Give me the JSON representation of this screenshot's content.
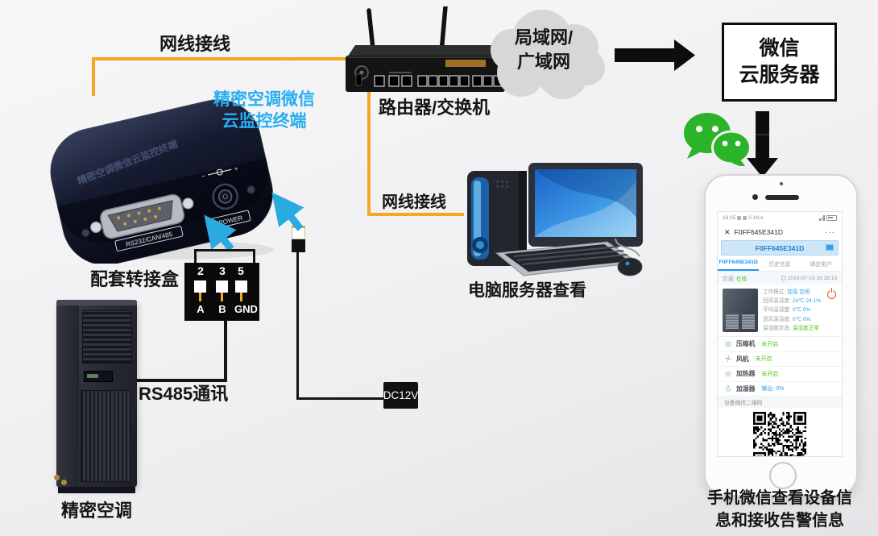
{
  "diagram": {
    "cable_label_top": "网线接线",
    "cable_label_mid": "网线接线",
    "router_label": "路由器/交换机",
    "cloud": {
      "line1": "局域网/",
      "line2": "广域网"
    },
    "wechat_server_box": {
      "line1": "微信",
      "line2": "云服务器"
    },
    "terminal_label": {
      "line1": "精密空调微信",
      "line2": "云监控终端"
    },
    "terminal_print": "精密空调微信云监控终端",
    "terminal_ports": {
      "serial": "RS232/CAN/485",
      "power": "POWER"
    },
    "adapter": {
      "label": "配套转接盒",
      "pins": [
        {
          "num": "2",
          "wire": "A"
        },
        {
          "num": "3",
          "wire": "B"
        },
        {
          "num": "5",
          "wire": "GND"
        }
      ]
    },
    "rs485_label": "RS485通讯",
    "ac_label": "精密空调",
    "pc_label": "电脑服务器查看",
    "dc_label": "DC12V",
    "phone_caption": {
      "line1": "手机微信查看设备信",
      "line2": "息和接收告警信息"
    }
  },
  "phone_app": {
    "statusbar": {
      "time": "16:25",
      "rate": "0.1K/s"
    },
    "nav": {
      "close": "✕",
      "title": "F0FF645E341D",
      "menu": "···"
    },
    "device_banner": "F0FF645E341D",
    "tabs": [
      {
        "label": "F0FF645E341D"
      },
      {
        "label": "历史信息"
      },
      {
        "label": "绑定用户"
      }
    ],
    "status_row": {
      "label": "空调:",
      "value": "在线",
      "timestamp": "2019-07-15 16:18:19"
    },
    "info_rows": [
      {
        "label": "工作模式:",
        "value": "加湿 空闲"
      },
      {
        "label": "回风温湿度:",
        "value": "24℃ 24.1%"
      },
      {
        "label": "平均温湿度:",
        "value": "0℃ 0%"
      },
      {
        "label": "送风温湿度:",
        "value": "0℃ 0%"
      },
      {
        "label": "温湿度状态:",
        "value": "温湿度正常"
      }
    ],
    "components": [
      {
        "label": "压缩机",
        "value": "未开启"
      },
      {
        "label": "风机",
        "value": "未开启"
      },
      {
        "label": "加热器",
        "value": "未开启"
      },
      {
        "label": "加湿器",
        "value": "输出: 0%"
      }
    ],
    "qr_title": "设备微信二维码"
  },
  "colors": {
    "cable_orange": "#F5A623",
    "accent_blue": "#29ABE2",
    "wechat_green": "#2BB32A",
    "online_green": "#52c41a",
    "value_blue": "#2D9FE8"
  }
}
